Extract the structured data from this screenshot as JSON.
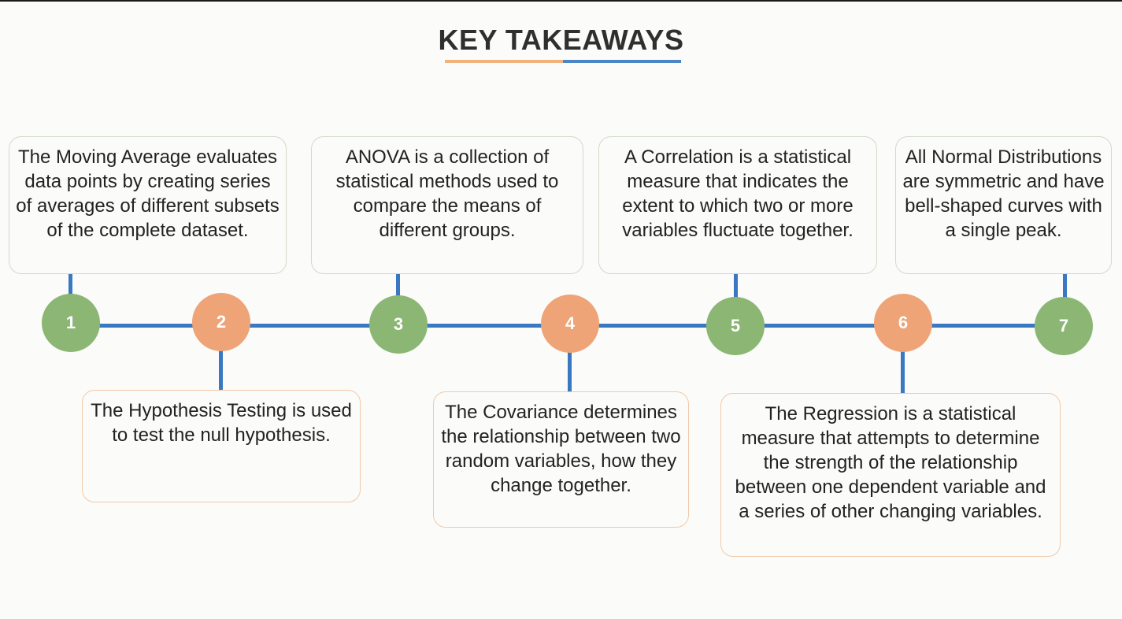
{
  "title": "KEY TAKEAWAYS",
  "colors": {
    "green": "#8bb673",
    "orange": "#eea477",
    "line_blue": "#3a78c2",
    "underline_orange": "#f0b37e",
    "underline_blue": "#4a86c5"
  },
  "steps": [
    {
      "number": "1",
      "text": "The Moving Average evaluates data points by creating series of averages of different subsets of the complete dataset."
    },
    {
      "number": "2",
      "text": "The Hypothesis Testing is used to test the null hypothesis."
    },
    {
      "number": "3",
      "text": "ANOVA is a collection of statistical methods used to compare the means of different groups."
    },
    {
      "number": "4",
      "text": "The Covariance determines the relationship between two random variables, how they change together."
    },
    {
      "number": "5",
      "text": "A Correlation is a statistical measure that indicates the extent to which two or more variables fluctuate together."
    },
    {
      "number": "6",
      "text": "The Regression is a statistical measure that attempts to determine the strength of the relationship between one dependent variable and a series of other changing variables."
    },
    {
      "number": "7",
      "text": "All Normal Distributions are symmetric and have bell-shaped curves with a single peak."
    }
  ]
}
